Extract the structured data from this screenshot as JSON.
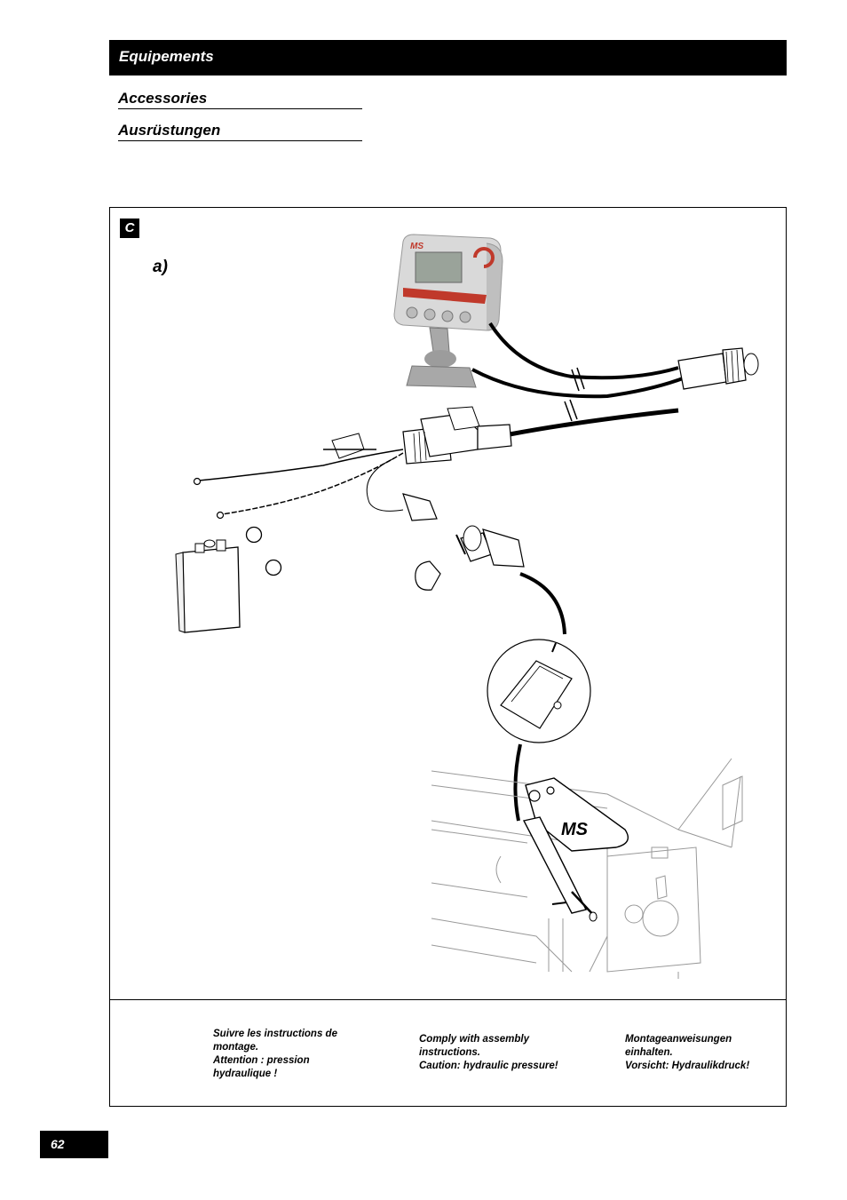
{
  "header": {
    "title": "Equipements"
  },
  "subtitles": [
    "Accessories",
    "Ausrüstungen"
  ],
  "section": {
    "badge": "C",
    "label": "a)"
  },
  "illustration": {
    "logo_text": "MS",
    "display_logo_text": "MS"
  },
  "warning": {
    "icon": "hydraulic-warning-triangle-icon",
    "fr": "Suivre les instructions de\nmontage.\nAttention : pression\nhydraulique !",
    "en": "Comply with assembly\ninstructions.\nCaution: hydraulic pressure!",
    "de": "Montageanweisungen\neinhalten.\nVorsicht: Hydraulikdruck!"
  },
  "footer": {
    "page_number": "62"
  }
}
